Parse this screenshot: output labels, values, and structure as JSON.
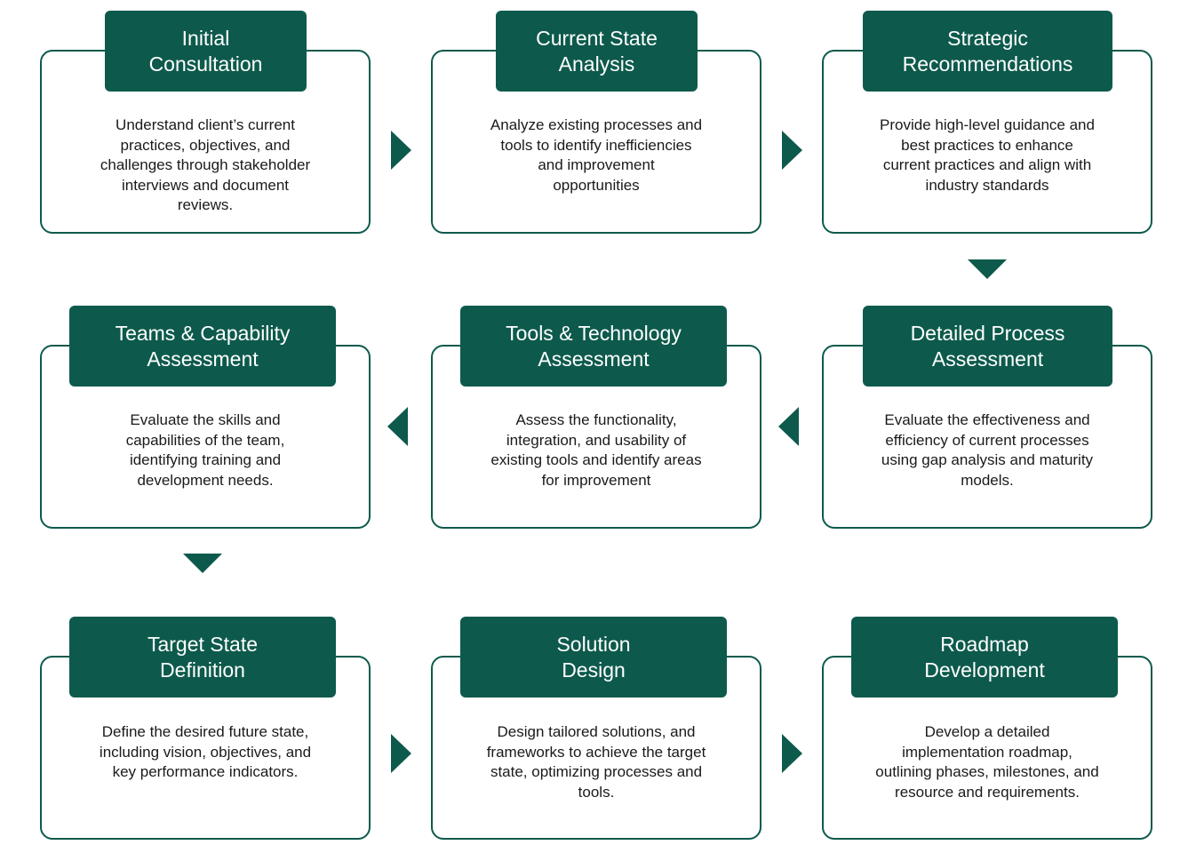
{
  "colors": {
    "accent": "#0d5a4c",
    "background": "#ffffff",
    "text": "#1a1a1a"
  },
  "steps": [
    {
      "title": "Initial\nConsultation",
      "description": "Understand client’s current\npractices, objectives, and\nchallenges through stakeholder\ninterviews and document\nreviews."
    },
    {
      "title": "Current State\nAnalysis",
      "description": "Analyze existing processes and\ntools to identify inefficiencies\nand improvement\nopportunities"
    },
    {
      "title": "Strategic\nRecommendations",
      "description": "Provide high-level guidance and\nbest practices to enhance\ncurrent practices and align with\nindustry standards"
    },
    {
      "title": "Detailed Process\nAssessment",
      "description": "Evaluate the effectiveness and\nefficiency of current processes\nusing gap analysis and maturity\nmodels."
    },
    {
      "title": "Tools & Technology\nAssessment",
      "description": "Assess the functionality,\nintegration, and usability of\nexisting tools and identify areas\nfor improvement"
    },
    {
      "title": "Teams & Capability\nAssessment",
      "description": "Evaluate the skills and\ncapabilities of the team,\nidentifying training and\ndevelopment needs."
    },
    {
      "title": "Target State\nDefinition",
      "description": "Define the desired future state,\nincluding vision, objectives, and\nkey performance indicators."
    },
    {
      "title": "Solution\nDesign",
      "description": "Design tailored solutions, and\nframeworks to achieve the target\nstate, optimizing processes and\ntools."
    },
    {
      "title": "Roadmap\nDevelopment",
      "description": "Develop a detailed\nimplementation roadmap,\noutlining phases, milestones, and\nresource and requirements."
    }
  ],
  "arrows": [
    {
      "direction": "right"
    },
    {
      "direction": "right"
    },
    {
      "direction": "down"
    },
    {
      "direction": "left"
    },
    {
      "direction": "left"
    },
    {
      "direction": "down"
    },
    {
      "direction": "right"
    },
    {
      "direction": "right"
    }
  ]
}
